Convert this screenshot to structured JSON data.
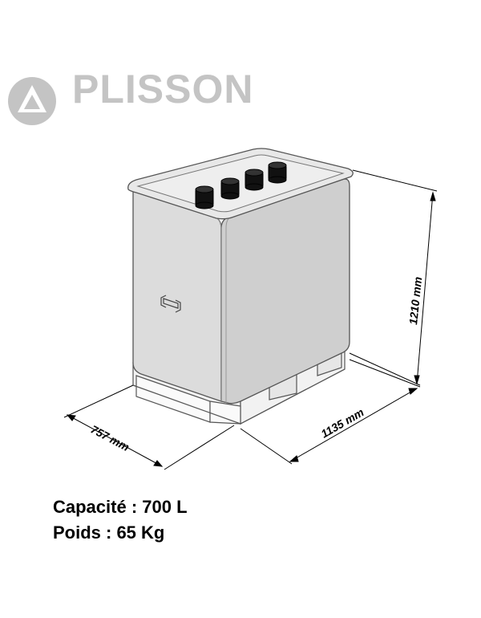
{
  "brand": {
    "name": "PLISSON",
    "color": "#c4c4c4"
  },
  "dimensions": {
    "depth": "757 mm",
    "width": "1135 mm",
    "height": "1210 mm"
  },
  "specs": {
    "capacity": "Capacité : 700 L",
    "weight": "Poids : 65 Kg"
  },
  "colors": {
    "tank_top": "#e8e8e8",
    "tank_front": "#dcdcdc",
    "tank_side": "#cfcfcf",
    "outline": "#555555",
    "port": "#111111"
  },
  "icons": {
    "logo": "plisson-triangle-logo-icon",
    "handle": "handle-icon"
  }
}
